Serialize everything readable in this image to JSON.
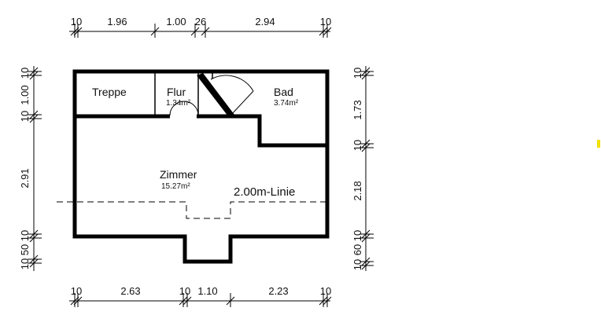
{
  "rooms": {
    "treppe": {
      "name": "Treppe"
    },
    "flur": {
      "name": "Flur",
      "area": "1.34m²"
    },
    "bad": {
      "name": "Bad",
      "area": "3.74m²"
    },
    "zimmer": {
      "name": "Zimmer",
      "area": "15.27m²"
    }
  },
  "line_label": "2.00m-Linie",
  "dims": {
    "top": [
      "10",
      "1.96",
      "1.00",
      "26",
      "2.94",
      "10"
    ],
    "bottom": [
      "10",
      "2.63",
      "10",
      "1.10",
      "2.23",
      "10"
    ],
    "left": [
      "10",
      "1.00",
      "10",
      "2.91",
      "10",
      "50",
      "10"
    ],
    "right": [
      "10",
      "1.73",
      "10",
      "2.18",
      "10",
      "60",
      "10"
    ]
  },
  "colors": {
    "wall": "#000000",
    "marker": "#f0e000"
  }
}
